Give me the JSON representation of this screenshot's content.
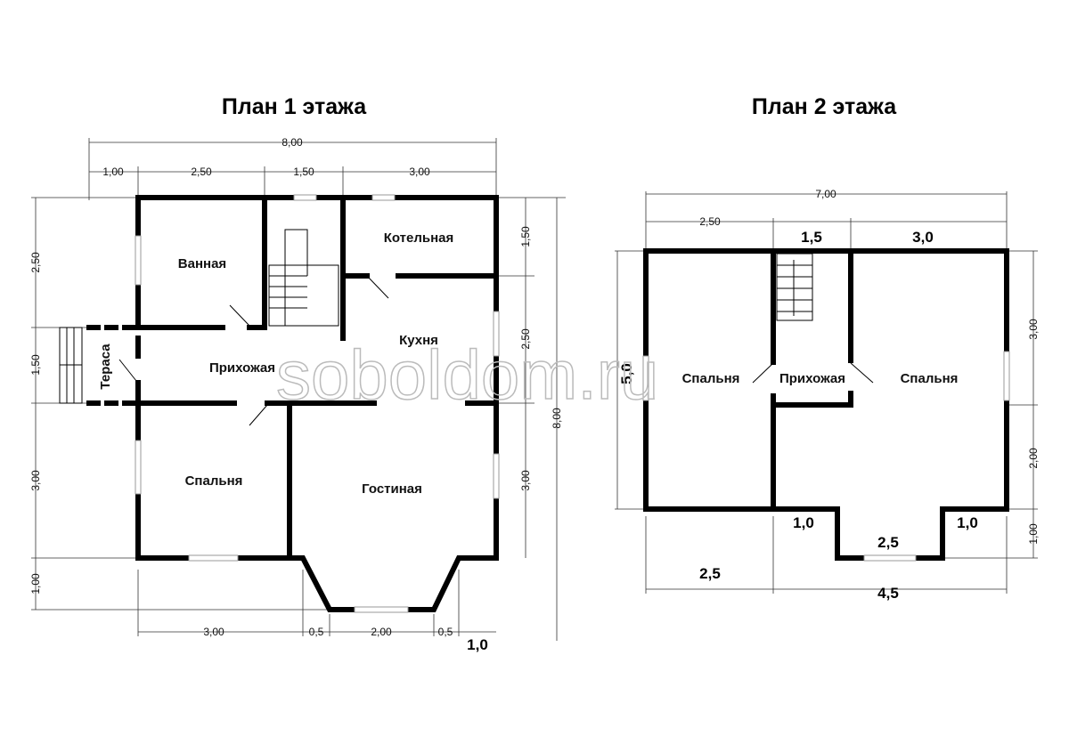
{
  "plan1": {
    "title": "План 1 этажа",
    "rooms": [
      "Ванная",
      "Котельная",
      "Кухня",
      "Прихожая",
      "Тераса",
      "Спальня",
      "Гостиная"
    ],
    "dims_top": [
      "8,00",
      "1,00",
      "2,50",
      "1,50",
      "3,00"
    ],
    "dims_left": [
      "2,50",
      "1,50",
      "3,00",
      "1,00"
    ],
    "dims_right": [
      "1,50",
      "2,50",
      "3,00",
      "8,00"
    ],
    "dims_bottom": [
      "3,00",
      "0,5",
      "2,00",
      "0,5",
      "1,0"
    ]
  },
  "plan2": {
    "title": "План 2 этажа",
    "rooms": [
      "Спальня",
      "Прихожая",
      "Спальня"
    ],
    "dims_top": [
      "7,00",
      "2,50",
      "1,5",
      "3,0"
    ],
    "dims_left": [
      "5,0"
    ],
    "dims_right": [
      "3,00",
      "2,00",
      "1,00"
    ],
    "dims_bottom": [
      "1,0",
      "2,5",
      "1,0",
      "2,5",
      "4,5"
    ]
  },
  "watermark": "soboldom.ru"
}
